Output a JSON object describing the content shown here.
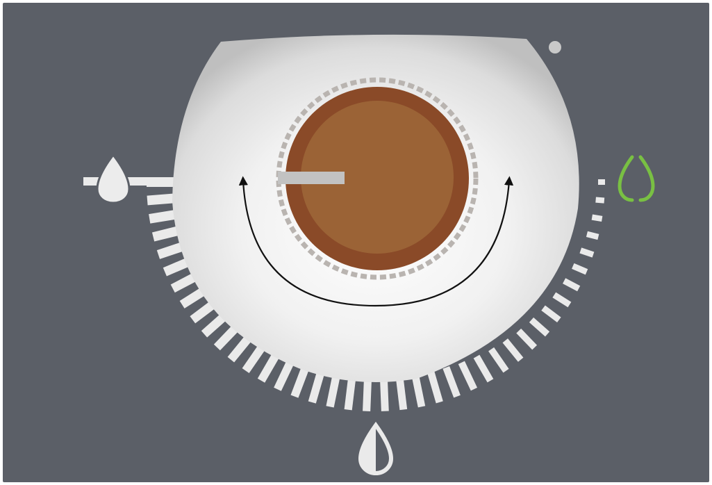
{
  "control": {
    "type": "rotary-dial",
    "knob_icon": "dial-knob",
    "rotation_arrows_icon": "rotate-both-directions-arrow-icon",
    "left_end_icon": "full-bean-icon",
    "bottom_icon": "half-bean-icon",
    "right_end_icon": "outline-bean-icon",
    "status_indicator_icon": "status-dot-icon",
    "scale_marks": 40
  },
  "colors": {
    "background": "#5b5f67",
    "panel": "#f2f2f2",
    "panel_shadow": "#c6c6c6",
    "knob_outer": "#8a4a28",
    "knob_inner": "#9b6336",
    "knob_ring": "#b9b4b0",
    "pointer": "#c2c2c2",
    "scale_marks": "#eaeaea",
    "right_icon_accent": "#79c043",
    "arrow": "#111111"
  }
}
